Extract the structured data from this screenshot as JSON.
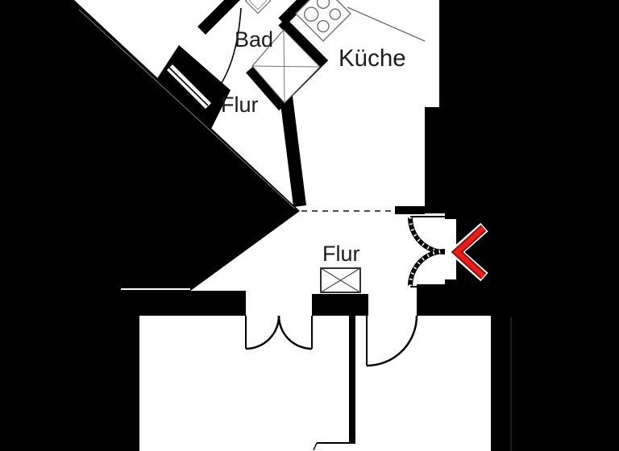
{
  "title": "Apartment floor plan detail",
  "rooms": {
    "bad": "Bad",
    "kueche": "Küche",
    "flur_top": "Flur",
    "flur_middle": "Flur"
  },
  "colors": {
    "wall_black": "#000000",
    "background_white": "#ffffff",
    "thin_line_gray": "#6e6e6e",
    "dashed_line_gray": "#4d4d4d",
    "entry_arrow_red": "#ea1d1b",
    "entry_arrow_dark_red": "#8e1210"
  },
  "symbols": {
    "entry_arrow": "entry-direction-chevron",
    "shaft_box": "crossed-shaft-box",
    "stove": "stove-four-burners",
    "shower": "shower-tray-square",
    "sink": "washbasin-diamond",
    "doors": "door-swing-arcs"
  }
}
